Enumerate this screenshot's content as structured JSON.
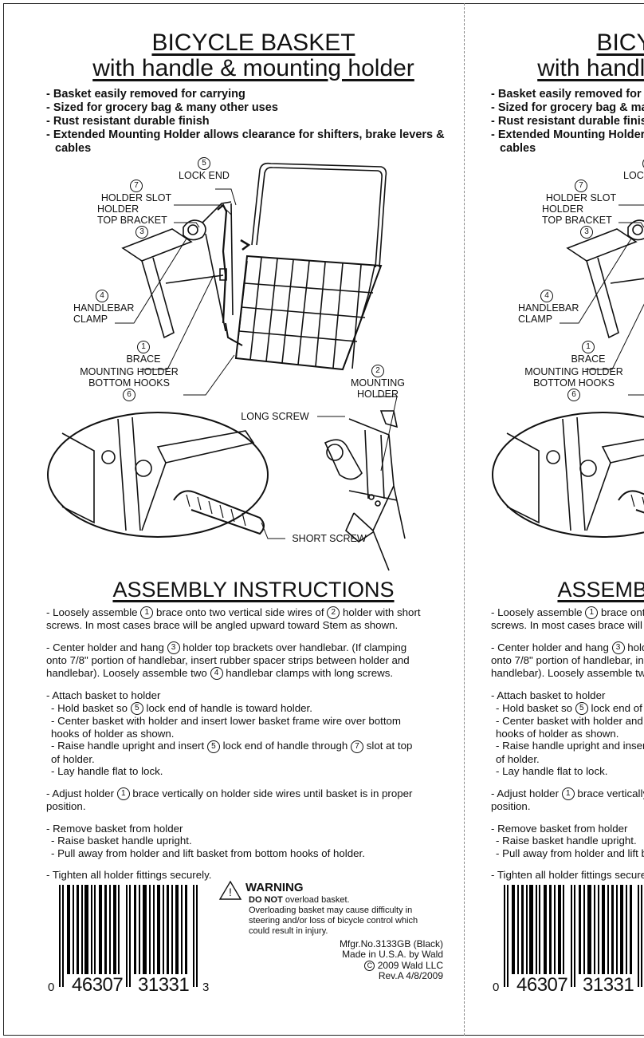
{
  "title": {
    "line1": "BICYCLE BASKET",
    "line2": "with handle & mounting holder"
  },
  "features": [
    "- Basket easily removed for carrying",
    "- Sized for grocery bag & many other uses",
    "- Rust resistant durable finish",
    "- Extended Mounting Holder allows clearance for shifters, brake levers & cables"
  ],
  "callouts": {
    "lock_end": {
      "num": "5",
      "label": "LOCK END"
    },
    "holder_slot": {
      "num": "7",
      "label": "HOLDER SLOT"
    },
    "holder_top_bracket": {
      "num": "3",
      "label1": "HOLDER",
      "label2": "TOP BRACKET"
    },
    "handlebar_clamp": {
      "num": "4",
      "label1": "HANDLEBAR",
      "label2": "CLAMP"
    },
    "brace": {
      "num": "1",
      "label": "BRACE"
    },
    "bottom_hooks": {
      "num": "6",
      "label1": "MOUNTING HOLDER",
      "label2": "BOTTOM HOOKS"
    },
    "mounting_holder": {
      "num": "2",
      "label1": "MOUNTING",
      "label2": "HOLDER"
    },
    "long_screw": {
      "label": "LONG SCREW"
    },
    "short_screw": {
      "label": "SHORT SCREW"
    }
  },
  "assembly_title": "ASSEMBLY INSTRUCTIONS",
  "steps": {
    "s1": {
      "a": "- Loosely assemble",
      "n1": "1",
      "b": "brace onto two vertical side wires of",
      "n2": "2",
      "c": "holder with short screws. In most cases brace will be angled upward toward Stem as shown."
    },
    "s2": {
      "a": "- Center holder and hang",
      "n1": "3",
      "b": "holder top brackets over handlebar. (If clamping onto 7/8\" portion of handlebar, insert rubber spacer strips between holder and handlebar). Loosely assemble two",
      "n2": "4",
      "c": "handlebar clamps with long screws."
    },
    "s3": {
      "head": "- Attach basket to holder",
      "l1a": "- Hold basket so",
      "l1n": "5",
      "l1b": "lock end of handle is toward holder.",
      "l2": "- Center basket with holder and insert lower basket frame wire over bottom hooks of holder as shown.",
      "l3a": "- Raise handle upright and insert",
      "l3n": "5",
      "l3b": "lock end of handle through",
      "l3n2": "7",
      "l3c": "slot at top of holder.",
      "l4": "- Lay handle flat to lock."
    },
    "s4": {
      "a": "- Adjust holder",
      "n1": "1",
      "b": "brace vertically on holder side wires until basket is in proper position."
    },
    "s5": {
      "head": "- Remove basket from holder",
      "l1": "- Raise basket handle upright.",
      "l2": "- Pull away from holder and lift basket from bottom hooks of holder."
    },
    "s6": "- Tighten all holder fittings securely."
  },
  "barcode": {
    "d0": "0",
    "d1": "46307",
    "d2": "31331",
    "d3": "3"
  },
  "warning": {
    "title": "WARNING",
    "bold": "DO NOT",
    "text1": " overload basket.",
    "text2": "Overloading basket may cause difficulty in steering and/or loss of bicycle control which could result in injury."
  },
  "mfg": {
    "line1": "Mfgr.No.3133GB (Black)",
    "line2": "Made in U.S.A. by Wald",
    "line3": "2009 Wald LLC",
    "line4": "Rev.A 4/8/2009"
  }
}
